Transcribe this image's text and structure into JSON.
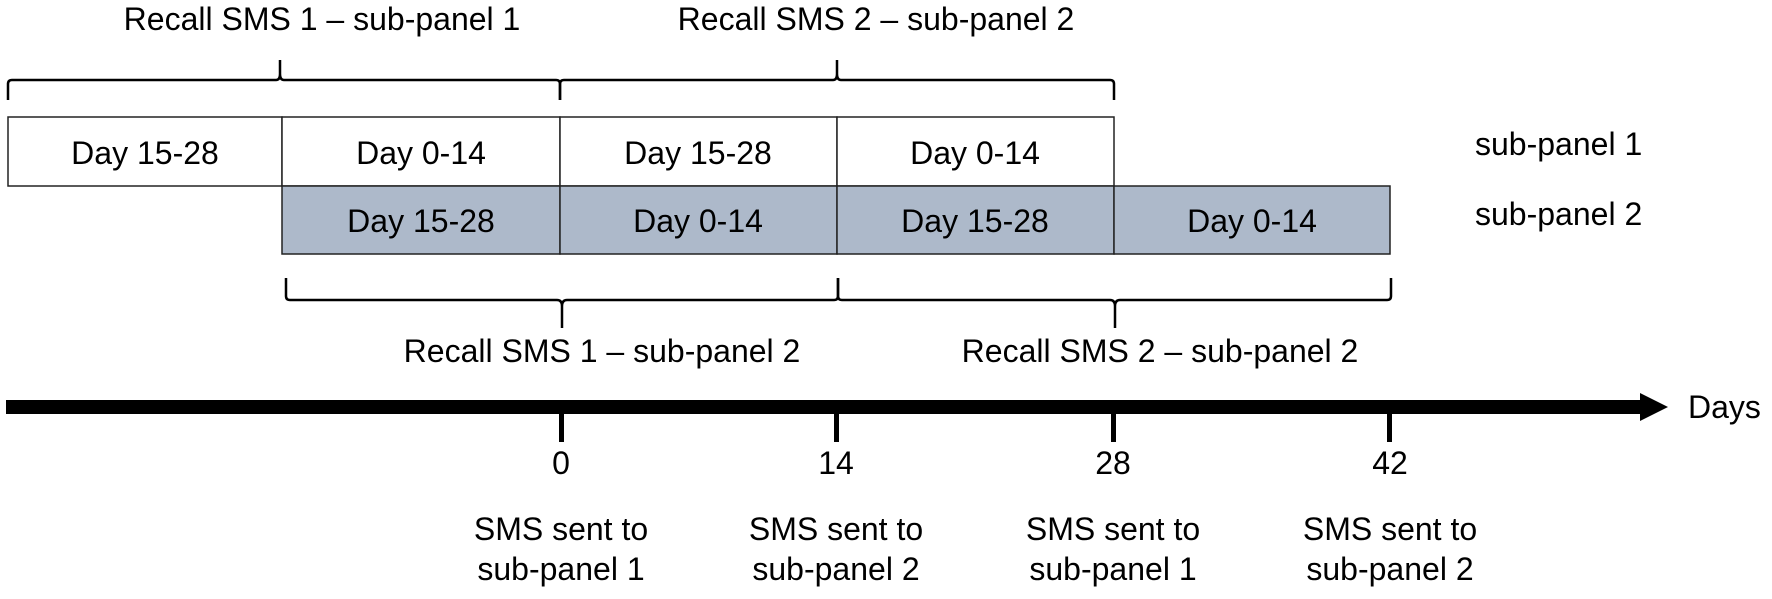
{
  "colors": {
    "panel1_fill": "#ffffff",
    "panel2_fill": "#adb9ca",
    "stroke": "#222222",
    "timeline": "#000000"
  },
  "recall_labels_top": [
    "Recall SMS 1 – sub-panel 1",
    "Recall SMS 2 – sub-panel 2"
  ],
  "recall_labels_bottom": [
    "Recall SMS 1 – sub-panel 2",
    "Recall SMS 2 – sub-panel 2"
  ],
  "rows": [
    {
      "label": "sub-panel 1",
      "cells": [
        "Day 15-28",
        "Day 0-14",
        "Day 15-28",
        "Day 0-14"
      ]
    },
    {
      "label": "sub-panel 2",
      "cells": [
        "Day 15-28",
        "Day 0-14",
        "Day 15-28",
        "Day 0-14"
      ]
    }
  ],
  "axis": {
    "label": "Days",
    "ticks": [
      "0",
      "14",
      "28",
      "42"
    ]
  },
  "sms_notes": [
    [
      "SMS sent to",
      "sub-panel 1"
    ],
    [
      "SMS sent to",
      "sub-panel 2"
    ],
    [
      "SMS sent to",
      "sub-panel 1"
    ],
    [
      "SMS sent to",
      "sub-panel 2"
    ]
  ]
}
